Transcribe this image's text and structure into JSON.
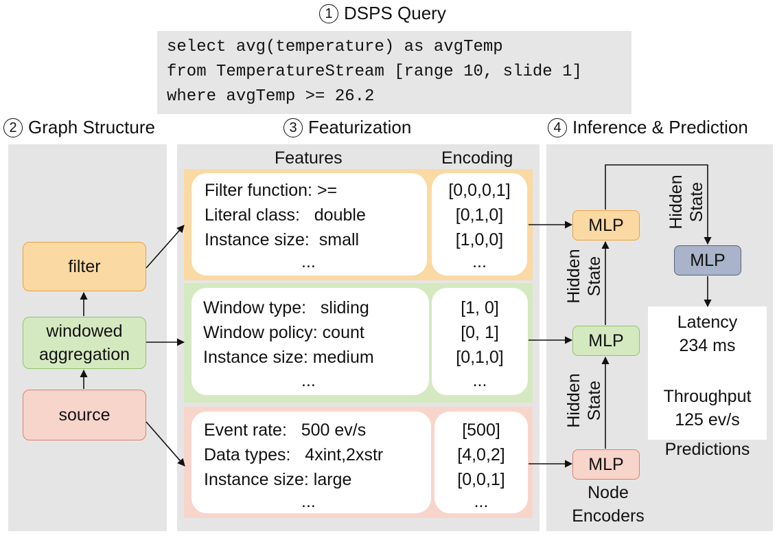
{
  "steps": {
    "query": {
      "num": "1",
      "label": "DSPS Query"
    },
    "graph": {
      "num": "2",
      "label": "Graph Structure"
    },
    "featurization": {
      "num": "3",
      "label": "Featurization"
    },
    "inference": {
      "num": "4",
      "label": "Inference & Prediction"
    }
  },
  "query_lines": [
    "select avg(temperature) as avgTemp",
    "from TemperatureStream [range 10, slide 1]",
    "where avgTemp >= 26.2"
  ],
  "graph_nodes": {
    "filter": "filter",
    "windowed_line1": "windowed",
    "windowed_line2": "aggregation",
    "source": "source"
  },
  "feature_headers": {
    "features": "Features",
    "encoding": "Encoding"
  },
  "feature_groups": [
    {
      "features": [
        "Filter function: >=",
        "Literal class:   double",
        "Instance size:  small",
        "..."
      ],
      "encodings": [
        "[0,0,0,1]",
        "[0,1,0]",
        "[1,0,0]",
        "..."
      ]
    },
    {
      "features": [
        "Window type:   sliding",
        "Window policy: count",
        "Instance size: medium",
        "..."
      ],
      "encodings": [
        "[1, 0]",
        "[0, 1]",
        "[0,1,0]",
        "..."
      ]
    },
    {
      "features": [
        "Event rate:   500 ev/s",
        "Data types:   4xint,2xstr",
        "Instance size: large",
        "..."
      ],
      "encodings": [
        "[500]",
        "[4,0,2]",
        "[0,0,1]",
        "..."
      ]
    }
  ],
  "inference": {
    "mlp_label": "MLP",
    "hidden_line1": "Hidden",
    "hidden_line2": "State",
    "node_encoders_line1": "Node",
    "node_encoders_line2": "Encoders",
    "latency_label": "Latency",
    "latency_value": "234 ms",
    "throughput_label": "Throughput",
    "throughput_value": "125 ev/s",
    "predictions_label": "Predictions"
  },
  "colors": {
    "orange_fill": "#fbd9a3",
    "orange_border": "#e9a23b",
    "green_fill": "#d5e9c1",
    "green_border": "#8cc46a",
    "red_fill": "#f8d5cb",
    "red_border": "#df7e6a",
    "navy_fill": "#a9b4ca",
    "navy_border": "#55627f",
    "panel_gray": "#e5e5e5"
  }
}
